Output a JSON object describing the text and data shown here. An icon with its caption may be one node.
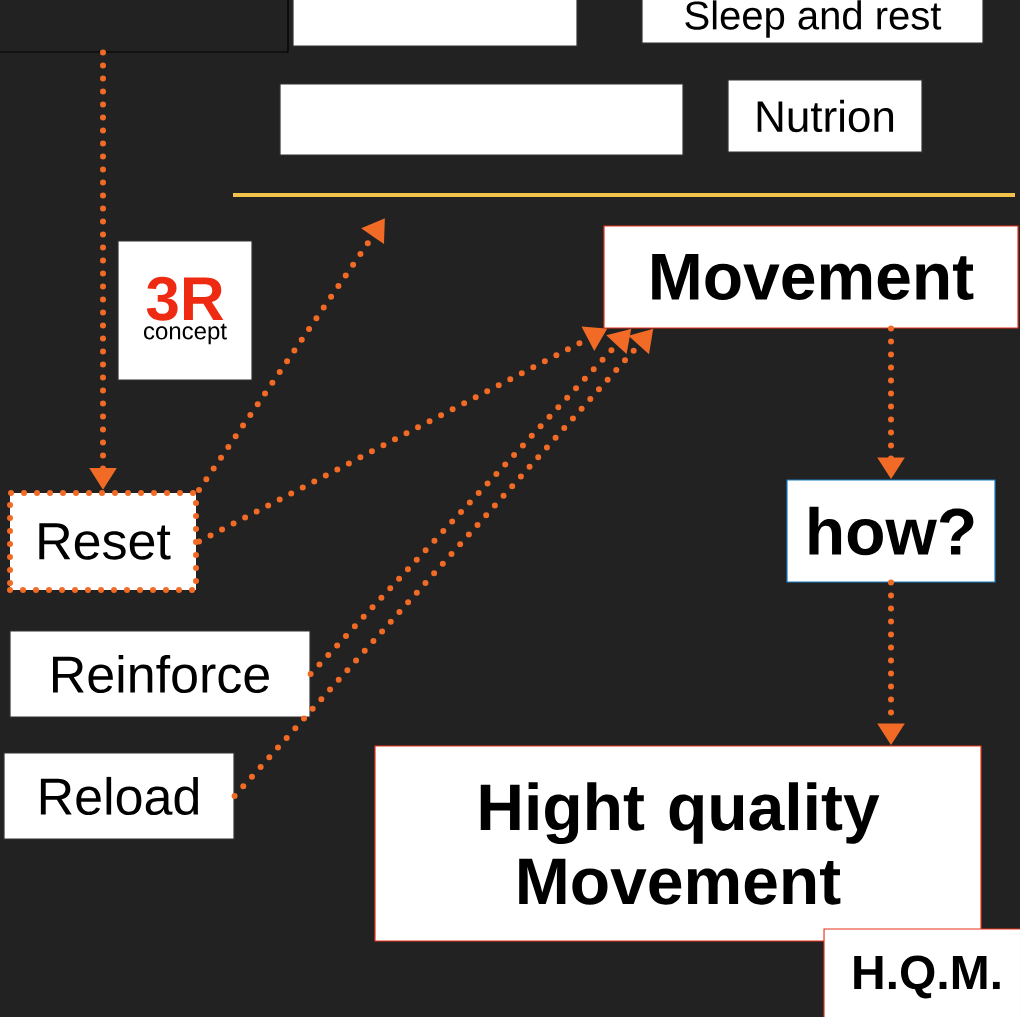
{
  "diagram": {
    "nodes": [
      {
        "text": [],
        "shape": "box"
      },
      {
        "text": [],
        "shape": "box"
      },
      {
        "text": [
          "Sleep and rest"
        ]
      },
      {
        "text": [],
        "shape": "box"
      },
      {
        "text": [
          "Nutrion"
        ]
      },
      {
        "text": [
          "Movement"
        ]
      },
      {
        "text": [
          "3R",
          "concept"
        ]
      },
      {
        "text": [
          "Reset"
        ]
      },
      {
        "text": [
          "how?"
        ]
      },
      {
        "text": [
          "Reinforce"
        ]
      },
      {
        "text": [
          "Reload"
        ]
      },
      {
        "text": [
          "Hight quality Movement"
        ]
      },
      {
        "text": [
          "H.Q.M."
        ]
      }
    ],
    "edges": [
      {
        "from": 0,
        "to": 7,
        "arrow": "to"
      },
      {
        "from": 7,
        "to": null,
        "arrow": "to"
      },
      {
        "from": 7,
        "to": 5,
        "arrow": "to"
      },
      {
        "from": 9,
        "to": 5,
        "arrow": "to"
      },
      {
        "from": 10,
        "to": 5,
        "arrow": "to"
      },
      {
        "from": 5,
        "to": 8,
        "arrow": "to"
      },
      {
        "from": 8,
        "to": 11,
        "arrow": "to"
      }
    ]
  }
}
